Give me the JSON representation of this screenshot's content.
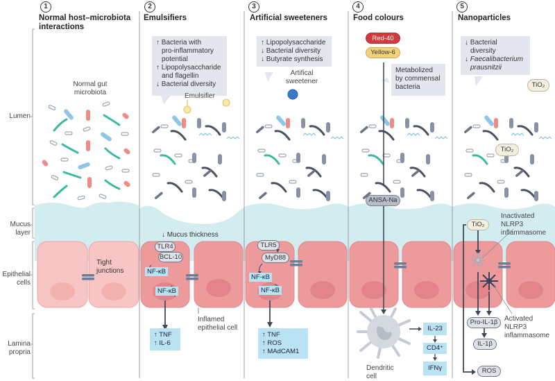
{
  "columns": [
    {
      "number": "1",
      "title_line1": "Normal host–microbiota",
      "title_line2": "interactions"
    },
    {
      "number": "2",
      "title_line1": "Emulsifiers",
      "title_line2": ""
    },
    {
      "number": "3",
      "title_line1": "Artificial sweeteners",
      "title_line2": ""
    },
    {
      "number": "4",
      "title_line1": "Food colours",
      "title_line2": ""
    },
    {
      "number": "5",
      "title_line1": "Nanoparticles",
      "title_line2": ""
    }
  ],
  "row_labels": {
    "lumen": "Lumen",
    "mucus_line1": "Mucus",
    "mucus_line2": "layer",
    "epithelial_line1": "Epithelial",
    "epithelial_line2": "cells",
    "lamina_line1": "Lamina",
    "lamina_line2": "propria"
  },
  "col1": {
    "microbiota_line1": "Normal gut",
    "microbiota_line2": "microbiota",
    "tight_junctions_line1": "Tight",
    "tight_junctions_line2": "junctions"
  },
  "col2": {
    "callout": [
      "↑ Bacteria with",
      "   pro-inflammatory",
      "   potential",
      "↑ Lipopolysaccharide",
      "   and flagellin",
      "↓ Bacterial diversity"
    ],
    "emulsifier_label": "Emulsifier",
    "mucus_thickness": "↓ Mucus thickness",
    "tlr4": "TLR4",
    "bcl10": "BCL-10",
    "nfkb1": "NF-κB",
    "nfkb2": "NF-κB",
    "outputs": [
      "↑ TNF",
      "↑ IL-6"
    ],
    "inflamed_line1": "Inflamed",
    "inflamed_line2": "epithelial cell"
  },
  "col3": {
    "callout": [
      "↑ Lipopolysaccharide",
      "↓ Bacterial diversity",
      "↓ Butyrate synthesis"
    ],
    "sweetener_line1": "Artifical",
    "sweetener_line2": "sweetener",
    "tlr5": "TLR5",
    "myd88": "MyD88",
    "nfkb1": "NF-κB",
    "nfkb2": "NF-κB",
    "outputs": [
      "↑ TNF",
      "↑ ROS",
      "↑ MAdCAM1"
    ]
  },
  "col4": {
    "red40": "Red-40",
    "yellow6": "Yellow-6",
    "callout": [
      "Metabolized",
      "by commensal",
      "bacteria"
    ],
    "ansa": "ANSA-Na",
    "dendritic_line1": "Dendritic",
    "dendritic_line2": "cell",
    "cascade": [
      "IL-23",
      "CD4⁺",
      "IFNγ"
    ],
    "colors": {
      "red": "#d13b3b",
      "yellow": "#f2d27a"
    }
  },
  "col5": {
    "callout_line1": "↓ Bacterial",
    "callout_line2": "   diversity",
    "callout_line3": "↓ Faecalibacterium",
    "callout_line4": "   prausnitzii",
    "tio2_top": "TiO₂",
    "tio2_mid": "TiO₂",
    "tio2_mucus": "TiO₂",
    "inactivated_line1": "Inactivated",
    "inactivated_line2": "NLRP3",
    "inactivated_line3": "inflammasome",
    "activated_line1": "Activated",
    "activated_line2": "NLRP3",
    "activated_line3": "inflammasome",
    "pro_il1b": "Pro-IL-1β",
    "il1b": "IL-1β",
    "ros": "ROS"
  },
  "palette": {
    "mucus": "#d3ecf0",
    "cell_normal": "#f7c5c3",
    "cell_inflamed": "#ec9a9c",
    "blue_box": "#b9e2f3",
    "callout_bg": "#e3e6ee",
    "bacteria_teal": "#3bb8a0",
    "bacteria_red": "#ef8a85",
    "bacteria_dark": "#4a5060"
  }
}
